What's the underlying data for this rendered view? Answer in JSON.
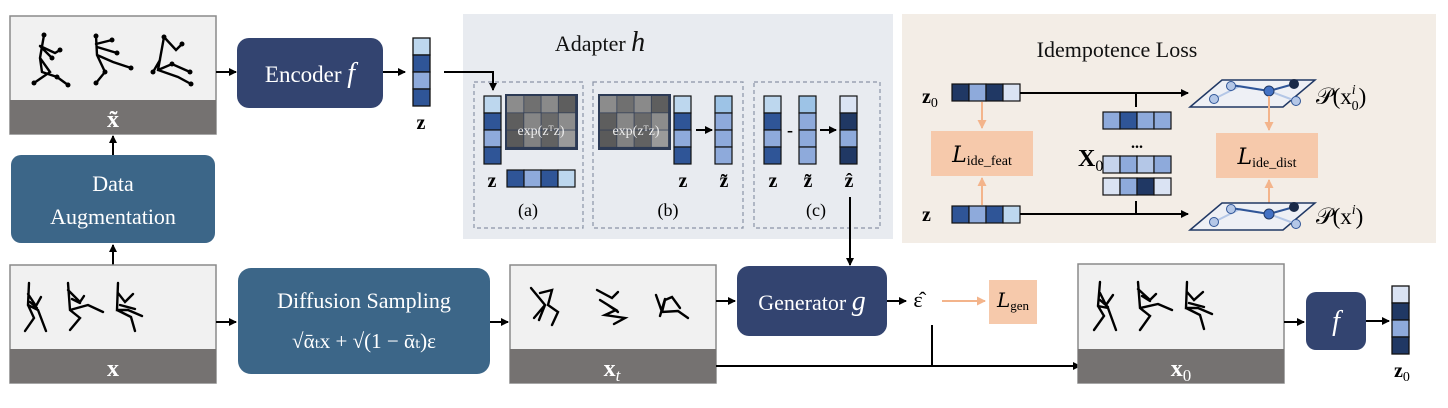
{
  "colors": {
    "encoder_box": "#334470",
    "diffusion_box": "#3c6688",
    "panel_bg": "#f1f1f1",
    "panel_label_bar": "#757271",
    "adapter_bg": "#e8ebf0",
    "idem_bg": "#f3ede6",
    "loss_box": "#f6c9ab",
    "loss_arrow": "#f3b48b",
    "vec_light": "#bdd7ee",
    "vec_mid": "#8eaadb",
    "vec_dark": "#2f5597",
    "vec_darker": "#203864",
    "vec_pale": "#dae3f3"
  },
  "panels": {
    "x_tilde": {
      "label": "x̃"
    },
    "x": {
      "label": "x"
    },
    "x_t": {
      "label": "x",
      "sub": "t"
    },
    "x_0": {
      "label": "x",
      "sub": "0"
    }
  },
  "boxes": {
    "encoder": {
      "label": "Encoder ",
      "symbol": "f"
    },
    "data_aug": {
      "line1": "Data",
      "line2": "Augmentation"
    },
    "diffusion": {
      "title": "Diffusion Sampling",
      "formula": "√ᾱₜx + √(1 − ᾱₜ)ε"
    },
    "generator": {
      "label": "Generator ",
      "symbol": "g"
    },
    "f_small": {
      "symbol": "f"
    }
  },
  "vectors": {
    "z_label": "z",
    "z0_label": "z",
    "z0_sub": "0",
    "eps_hat": "ε̂"
  },
  "adapter": {
    "title": "Adapter ",
    "symbol": "h",
    "matrix_label": "exp(zᵀz)",
    "sub_a": "(a)",
    "sub_b": "(b)",
    "sub_c": "(c)",
    "z": "z",
    "z_tilde": "z̃",
    "z_hat": "ẑ",
    "minus": "-"
  },
  "idempotence": {
    "title": "Idempotence Loss",
    "z0": "z",
    "z0_sub": "0",
    "z": "z",
    "X0": "X",
    "X0_sub": "0",
    "dots": "...",
    "loss_feat": "L",
    "loss_feat_sub": "ide_feat",
    "loss_dist": "L",
    "loss_dist_sub": "ide_dist",
    "p_top": "𝒫(x",
    "p_top_sup": "i",
    "p_top_sub": "0",
    "p_top_close": ")",
    "p_bot": "𝒫(x",
    "p_bot_sup": "i",
    "p_bot_close": ")"
  },
  "loss_gen": {
    "label": "L",
    "sub": "gen"
  }
}
